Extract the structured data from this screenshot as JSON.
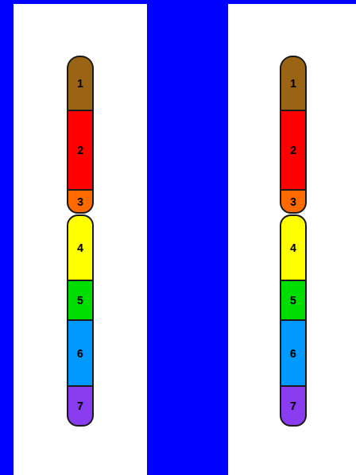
{
  "diagram": {
    "nodes": [
      {
        "text": [
          "1"
        ]
      },
      {
        "text": [
          "2"
        ]
      },
      {
        "text": [
          "3"
        ]
      },
      {
        "text": [
          "4"
        ]
      },
      {
        "text": [
          "5"
        ]
      },
      {
        "text": [
          "6"
        ]
      },
      {
        "text": [
          "7"
        ]
      },
      {
        "text": [
          "1"
        ]
      },
      {
        "text": [
          "2"
        ]
      },
      {
        "text": [
          "3"
        ]
      },
      {
        "text": [
          "4"
        ]
      },
      {
        "text": [
          "5"
        ]
      },
      {
        "text": [
          "6"
        ]
      },
      {
        "text": [
          "7"
        ]
      }
    ]
  }
}
